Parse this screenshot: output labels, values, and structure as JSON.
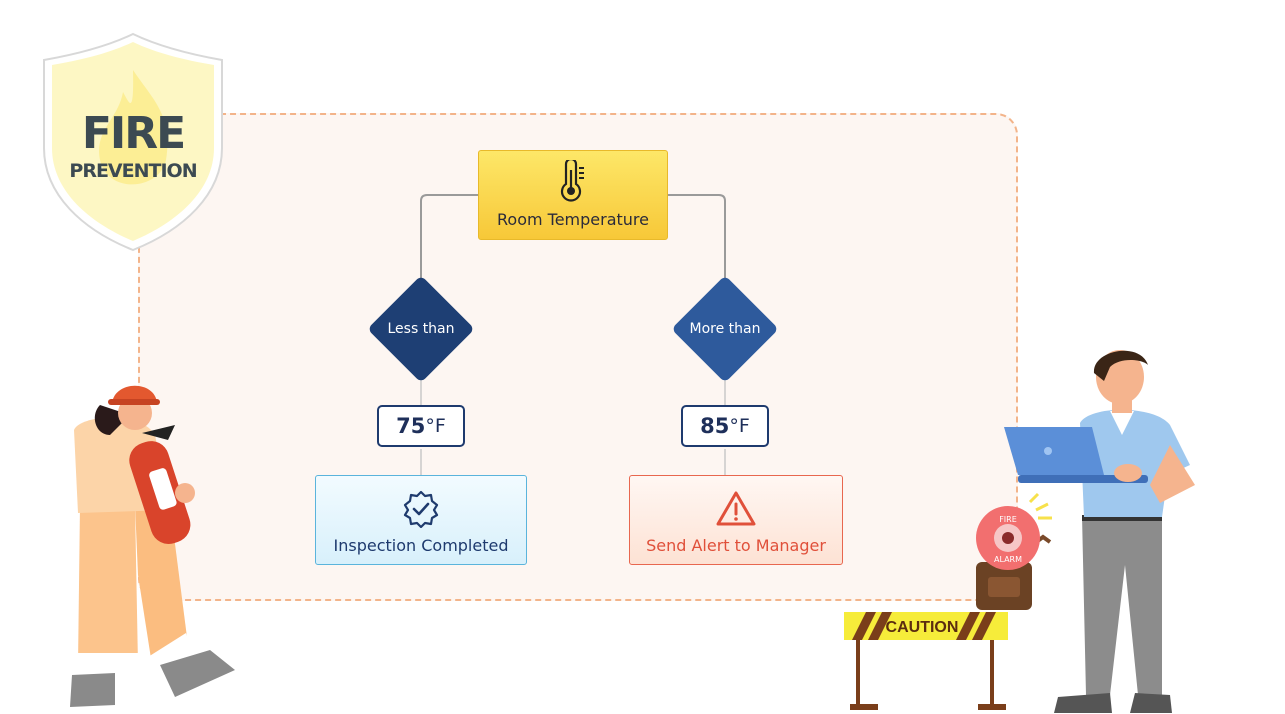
{
  "badge": {
    "line1": "FIRE",
    "line2": "PREVENTION"
  },
  "root": {
    "label": "Room Temperature"
  },
  "branches": [
    {
      "condition": "Less than",
      "value": "75",
      "unit": "°F",
      "result": "Inspection Completed"
    },
    {
      "condition": "More than",
      "value": "85",
      "unit": "°F",
      "result": "Send Alert to Manager"
    }
  ],
  "sign": {
    "text": "CAUTION"
  },
  "alarm": {
    "line1": "FIRE",
    "line2": "ALARM"
  },
  "colors": {
    "root_fill": "#f9d84e",
    "diamond_dark": "#1e3f74",
    "diamond_light": "#2e5a9c",
    "ok_accent": "#3a8fc7",
    "alert_accent": "#e0503a",
    "frame_dash": "#f3b48a"
  }
}
